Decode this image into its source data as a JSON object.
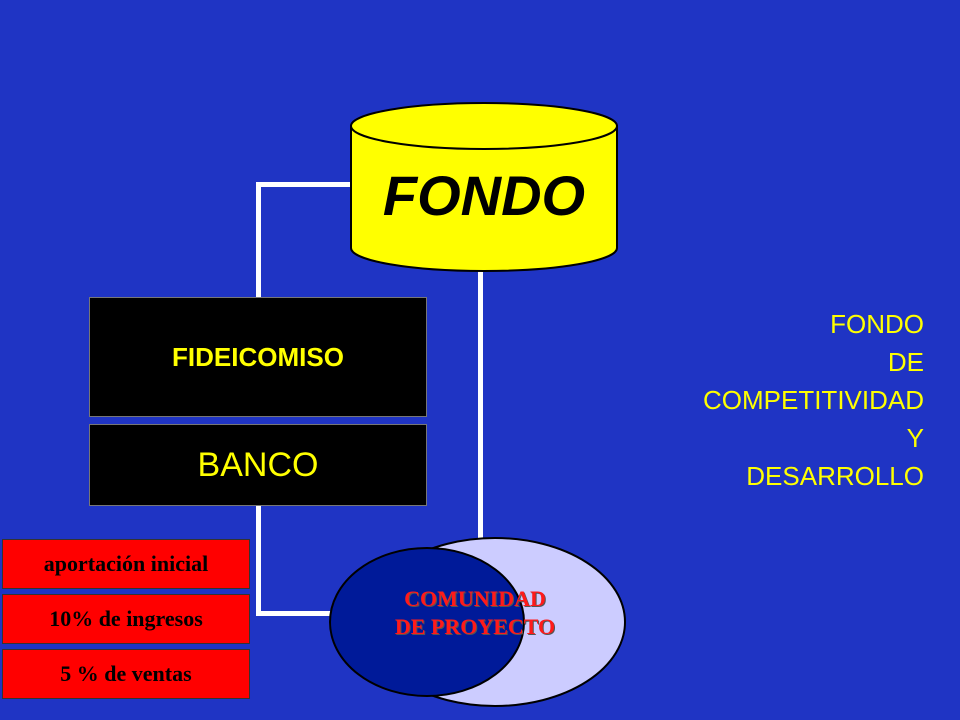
{
  "fondo_label": "FONDO",
  "fideicomiso_label": "FIDEICOMISO",
  "banco_label": "BANCO",
  "contributions": [
    "aportación inicial",
    "10% de ingresos",
    "5 % de ventas"
  ],
  "comunidad_lines": [
    "COMUNIDAD",
    "DE PROYECTO"
  ],
  "title_lines": [
    "FONDO",
    "DE",
    "COMPETITIVIDAD",
    "Y",
    "DESARROLLO"
  ],
  "colors": {
    "background": "#1f34c4",
    "cylinder": "#ffff00",
    "box": "#000000",
    "box_text": "#ffff00",
    "contribution_box": "#ff0000",
    "ellipse_light": "#ccccff",
    "ellipse_dark": "#001a99",
    "comunidad_text": "#ff1a1a",
    "connector": "#ffffff"
  },
  "icons": [
    "cylinder-shape",
    "ellipse-shape"
  ]
}
